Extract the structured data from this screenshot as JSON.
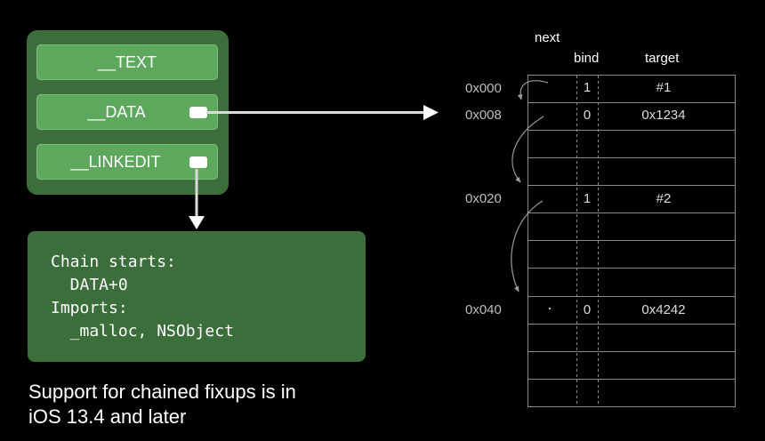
{
  "segments": {
    "text": "__TEXT",
    "data": "__DATA",
    "linkedit": "__LINKEDIT"
  },
  "info": {
    "lines": [
      "Chain starts:",
      "  DATA+0",
      "Imports:",
      "  _malloc, NSObject"
    ]
  },
  "caption": {
    "line1": "Support for chained fixups is in",
    "line2": "iOS 13.4 and later"
  },
  "table": {
    "headers": {
      "next": "next",
      "bind": "bind",
      "target": "target"
    },
    "rows": [
      {
        "address": "0x000",
        "bind": "1",
        "target": "#1"
      },
      {
        "address": "0x008",
        "bind": "0",
        "target": "0x1234"
      },
      {
        "address": "0x020",
        "bind": "1",
        "target": "#2"
      },
      {
        "address": "0x040",
        "bind": "0",
        "target": "0x4242"
      }
    ]
  },
  "colors": {
    "background": "#000000",
    "panel": "#3b6e3b",
    "segment": "#5ea85e",
    "line": "#8a8a8a"
  }
}
